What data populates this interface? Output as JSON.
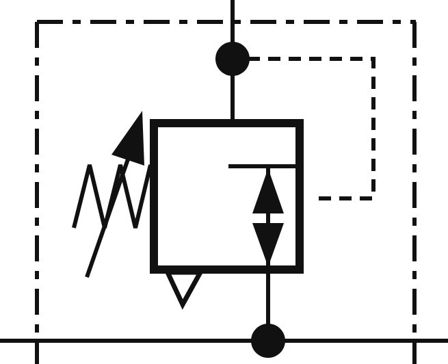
{
  "diagram": {
    "type": "pneumatic-valve-symbol",
    "colors": {
      "line": "#111111",
      "background": "#ffffff"
    },
    "elements": [
      "enclosure-dash-dot-border",
      "inlet-line",
      "outlet-line",
      "top-junction-dot",
      "bottom-junction-dot",
      "pilot-dashed-line",
      "valve-body-square",
      "flow-double-arrow",
      "adjustable-spring",
      "exhaust-triangle"
    ]
  }
}
